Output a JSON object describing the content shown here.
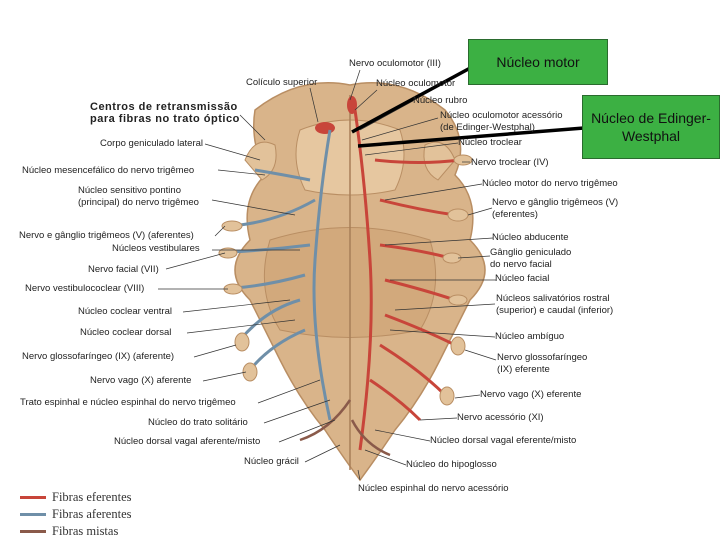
{
  "title": "Centros de retransmissão para fibras no trato óptico",
  "callouts": {
    "motor": "Núcleo motor",
    "ew": "Núcleo de Edinger-Westphal"
  },
  "labels_left": [
    "Corpo geniculado lateral",
    "Núcleo mesencefálico do nervo trigêmeo",
    "Núcleo sensitivo pontino",
    "(principal) do nervo trigêmeo",
    "Nervo e gânglio trigêmeos (V) (aferentes)",
    "Núcleos vestibulares",
    "Nervo facial (VII)",
    "Nervo vestibulococlear (VIII)",
    "Núcleo coclear ventral",
    "Núcleo coclear dorsal",
    "Nervo glossofaríngeo (IX) (aferente)",
    "Nervo vago (X) aferente",
    "Trato espinhal e núcleo espinhal do nervo trigêmeo",
    "Núcleo do trato solitário",
    "Núcleo dorsal vagal aferente/misto",
    "Núcleo grácil"
  ],
  "labels_top": [
    "Colículo superior",
    "Nervo oculomotor (III)",
    "Núcleo oculomotor",
    "Núcleo rubro",
    "Núcleo oculomotor acessório",
    "(de Edinger-Westphal)",
    "Núcleo troclear"
  ],
  "labels_right": [
    "Nervo troclear (IV)",
    "Núcleo motor do nervo trigêmeo",
    "Nervo e gânglio trigêmeos (V)",
    "(eferentes)",
    "Núcleo abducente",
    "Gânglio geniculado",
    "do nervo facial",
    "Núcleo facial",
    "Núcleos salivatórios rostral",
    "(superior) e caudal (inferior)",
    "Núcleo ambíguo",
    "Nervo glossofaríngeo",
    "(IX) eferente",
    "Nervo vago (X) eferente",
    "Nervo acessório (XI)",
    "Núcleo dorsal vagal eferente/misto",
    "Núcleo do hipoglosso",
    "Núcleo espinhal do nervo acessório"
  ],
  "legend": [
    {
      "label": "Fibras eferentes",
      "color": "#c8453a"
    },
    {
      "label": "Fibras aferentes",
      "color": "#6f8fa8"
    },
    {
      "label": "Fibras mistas",
      "color": "#8a5a4a"
    }
  ],
  "colors": {
    "brainstem": "#d9b48a",
    "brainstem_shadow": "#b98e63",
    "efferent": "#c8453a",
    "afferent": "#6f8fa8",
    "callout_bg": "#3cb043"
  }
}
